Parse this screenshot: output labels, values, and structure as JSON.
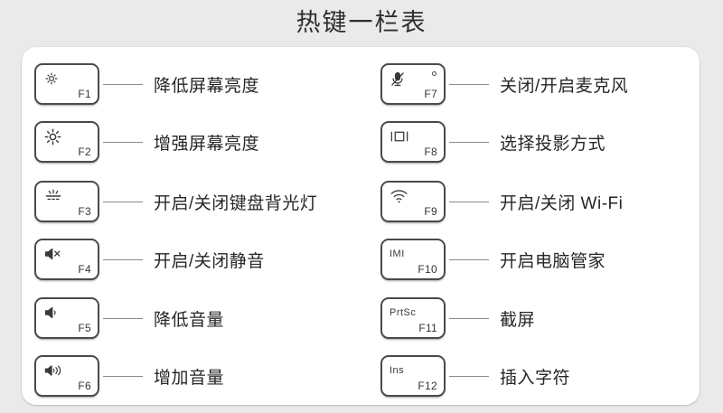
{
  "title": "热键一栏表",
  "colors": {
    "background": "#eaeaea",
    "panel": "#ffffff",
    "key_border": "#4a4a4a",
    "text": "#262626",
    "connector": "#8d8d8d"
  },
  "columns": [
    {
      "name": "left-column",
      "rows": [
        {
          "fn": "F1",
          "glyph": "",
          "icon": "brightness-low-icon",
          "label": "降低屏幕亮度",
          "led": false
        },
        {
          "fn": "F2",
          "glyph": "",
          "icon": "brightness-high-icon",
          "label": "增强屏幕亮度",
          "led": false
        },
        {
          "fn": "F3",
          "glyph": "",
          "icon": "keyboard-backlight-icon",
          "label": "开启/关闭键盘背光灯",
          "led": false
        },
        {
          "fn": "F4",
          "glyph": "",
          "icon": "speaker-mute-icon",
          "label": "开启/关闭静音",
          "led": false
        },
        {
          "fn": "F5",
          "glyph": "",
          "icon": "volume-down-icon",
          "label": "降低音量",
          "led": false
        },
        {
          "fn": "F6",
          "glyph": "",
          "icon": "volume-up-icon",
          "label": "增加音量",
          "led": false
        }
      ]
    },
    {
      "name": "right-column",
      "rows": [
        {
          "fn": "F7",
          "glyph": "",
          "icon": "microphone-mute-icon",
          "label": "关闭/开启麦克风",
          "led": true
        },
        {
          "fn": "F8",
          "glyph": "",
          "icon": "projection-icon",
          "label": "选择投影方式",
          "led": false
        },
        {
          "fn": "F9",
          "glyph": "",
          "icon": "wifi-icon",
          "label": "开启/关闭 Wi-Fi",
          "led": false
        },
        {
          "fn": "F10",
          "glyph": "IMI",
          "icon": "pc-manager-icon",
          "label": "开启电脑管家",
          "led": false
        },
        {
          "fn": "F11",
          "glyph": "PrtSc",
          "icon": "print-screen-icon",
          "label": "截屏",
          "led": false
        },
        {
          "fn": "F12",
          "glyph": "Ins",
          "icon": "insert-icon",
          "label": "插入字符",
          "led": false
        }
      ]
    }
  ]
}
